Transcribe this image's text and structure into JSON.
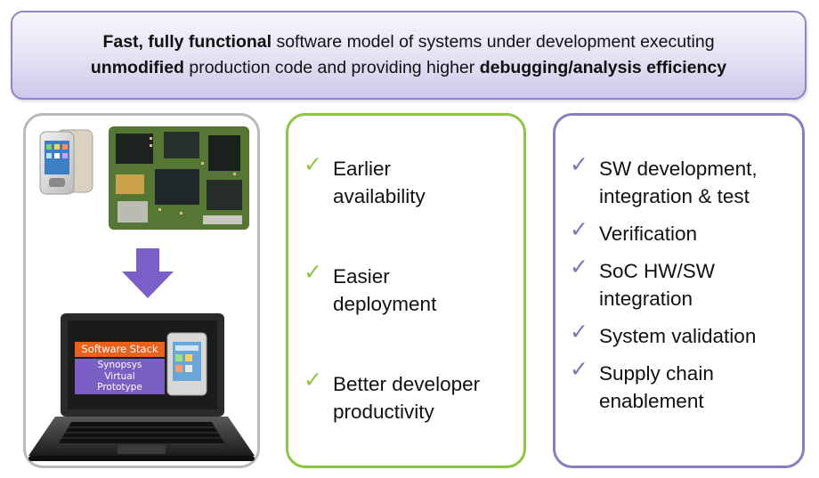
{
  "banner": {
    "part1_bold": "Fast, fully functional",
    "part2": " software model of systems under development executing ",
    "part3_bold": "unmodified",
    "part4": " production code and providing higher ",
    "part5_bold": "debugging/analysis efficiency"
  },
  "illustration": {
    "software_stack_label": "Software Stack",
    "virtual_prototype_label": "Synopsys Virtual Prototype",
    "arrow_color": "#7b5fc8"
  },
  "benefits": {
    "check_icon": "check-icon",
    "color": "#8dc63f",
    "items": [
      {
        "label": "Earlier availability"
      },
      {
        "label": "Easier deployment"
      },
      {
        "label": "Better developer productivity"
      }
    ]
  },
  "use_cases": {
    "check_icon": "check-icon",
    "color": "#7f73b5",
    "items": [
      {
        "label": "SW development, integration & test"
      },
      {
        "label": "Verification"
      },
      {
        "label": "SoC HW/SW integration"
      },
      {
        "label": "System validation"
      },
      {
        "label": "Supply chain enablement"
      }
    ]
  }
}
